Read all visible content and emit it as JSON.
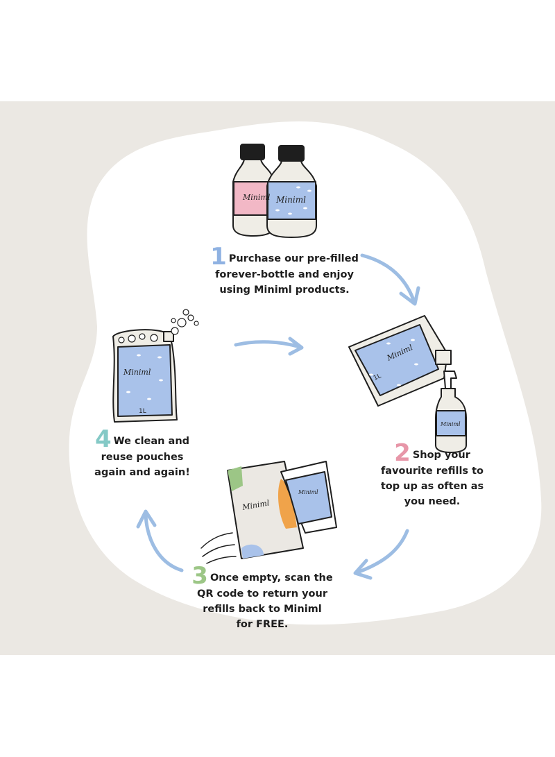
{
  "steps": [
    {
      "number": "1",
      "lines": [
        "Purchase our pre-filled",
        "forever-bottle and enjoy",
        "using Miniml products."
      ],
      "number_color": "#8fb2e2"
    },
    {
      "number": "2",
      "lines": [
        "Shop your",
        "favourite refills to",
        "top up as often as",
        "you need."
      ],
      "number_color": "#e796a8"
    },
    {
      "number": "3",
      "lines": [
        "Once empty, scan the",
        "QR code to return your",
        "refills back to Miniml",
        "for FREE."
      ],
      "number_color": "#9cc686"
    },
    {
      "number": "4",
      "lines": [
        "We clean and",
        "reuse pouches",
        "again and again!"
      ],
      "number_color": "#84c9c6"
    }
  ],
  "product_labels": {
    "bottle_pink": "Miniml",
    "bottle_blue": "Miniml",
    "pouch_refill": "Miniml",
    "pouch_refill_size": "1L",
    "spray_bottle": "Miniml",
    "mailer": "Miniml",
    "mailer_pouch": "Miniml",
    "clean_pouch": "Miniml",
    "clean_pouch_size": "1L"
  },
  "colors": {
    "background_band": "#ebe8e3",
    "blob": "#ffffff",
    "arrow": "#9dbde3",
    "label_blue": "#a9c2ea",
    "label_pink": "#f2b8c6",
    "bottle_body": "#efede6",
    "mailer_green": "#9cc686",
    "mailer_orange": "#f0a34a",
    "ink": "#1e1e1e"
  }
}
